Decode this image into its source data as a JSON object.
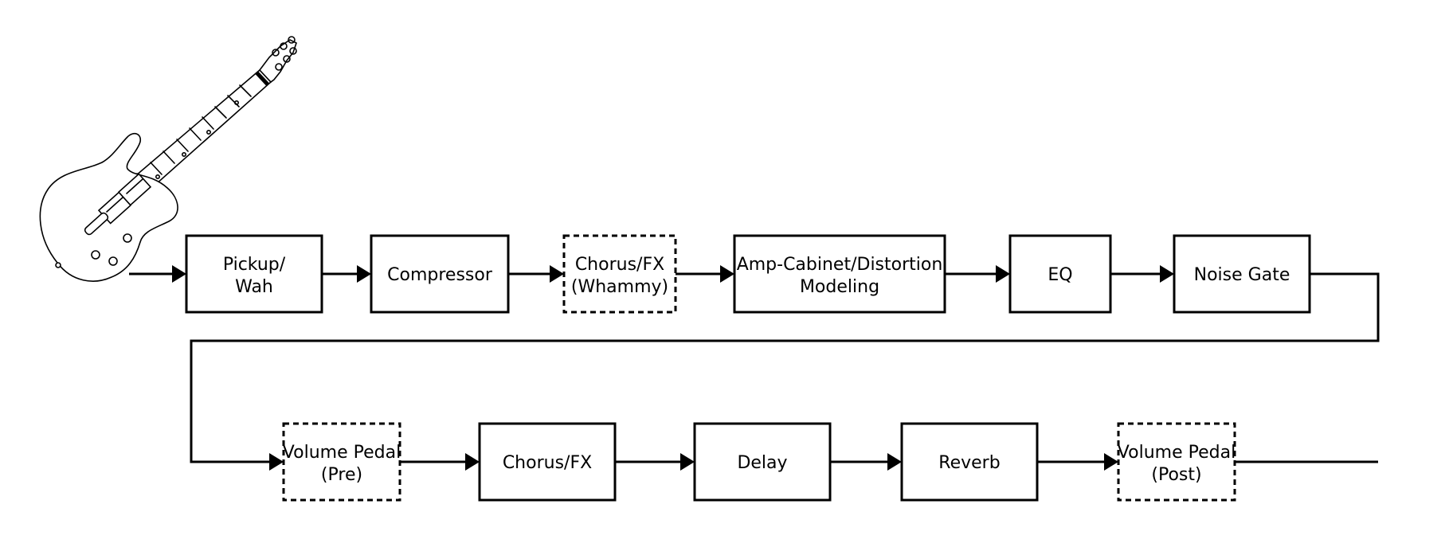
{
  "chain_row1": [
    {
      "id": "pickup-wah",
      "lines": [
        "Pickup/",
        "Wah"
      ],
      "style": "solid"
    },
    {
      "id": "compressor",
      "lines": [
        "Compressor"
      ],
      "style": "solid"
    },
    {
      "id": "chorus-fx-whammy",
      "lines": [
        "Chorus/FX",
        "(Whammy)"
      ],
      "style": "dashed"
    },
    {
      "id": "amp-cabinet-distortion-modeling",
      "lines": [
        "Amp-Cabinet/Distortion",
        "Modeling"
      ],
      "style": "solid"
    },
    {
      "id": "eq",
      "lines": [
        "EQ"
      ],
      "style": "solid"
    },
    {
      "id": "noise-gate",
      "lines": [
        "Noise Gate"
      ],
      "style": "solid"
    }
  ],
  "chain_row2": [
    {
      "id": "volume-pedal-pre",
      "lines": [
        "Volume Pedal",
        "(Pre)"
      ],
      "style": "dashed"
    },
    {
      "id": "chorus-fx",
      "lines": [
        "Chorus/FX"
      ],
      "style": "solid"
    },
    {
      "id": "delay",
      "lines": [
        "Delay"
      ],
      "style": "solid"
    },
    {
      "id": "reverb",
      "lines": [
        "Reverb"
      ],
      "style": "solid"
    },
    {
      "id": "volume-pedal-post",
      "lines": [
        "Volume Pedal",
        "(Post)"
      ],
      "style": "dashed"
    }
  ],
  "icons": {
    "input_source": "electric-guitar-icon"
  },
  "colors": {
    "stroke": "#000000",
    "background": "#ffffff"
  }
}
